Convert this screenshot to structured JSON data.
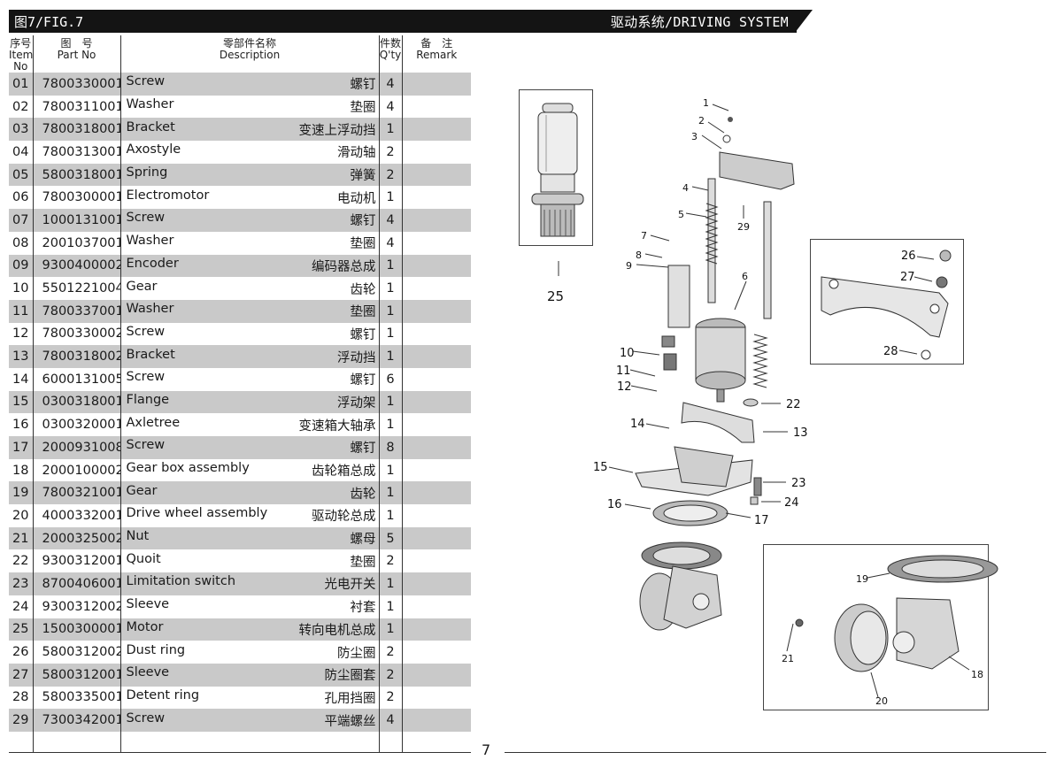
{
  "header": {
    "left_title": "图7/FIG.7",
    "right_title": "驱动系统/DRIVING SYSTEM"
  },
  "table": {
    "columns": {
      "item_cn": "序号",
      "item_en1": "Item",
      "item_en2": "No",
      "part_cn": "图　号",
      "part_en": "Part No",
      "desc_cn": "零部件名称",
      "desc_en": "Description",
      "qty_cn": "件数",
      "qty_en": "Q'ty",
      "remark_cn": "备　注",
      "remark_en": "Remark"
    },
    "rows": [
      {
        "no": "01",
        "part": "7800330001",
        "en": "Screw",
        "cn": "螺钉",
        "qty": "4"
      },
      {
        "no": "02",
        "part": "7800311001",
        "en": "Washer",
        "cn": "垫圈",
        "qty": "4"
      },
      {
        "no": "03",
        "part": "7800318001",
        "en": "Bracket",
        "cn": "变速上浮动挡",
        "qty": "1"
      },
      {
        "no": "04",
        "part": "7800313001",
        "en": "Axostyle",
        "cn": "滑动轴",
        "qty": "2"
      },
      {
        "no": "05",
        "part": "5800318001",
        "en": "Spring",
        "cn": "弹簧",
        "qty": "2"
      },
      {
        "no": "06",
        "part": "7800300001",
        "en": "Electromotor",
        "cn": "电动机",
        "qty": "1"
      },
      {
        "no": "07",
        "part": "1000131001",
        "en": "Screw",
        "cn": "螺钉",
        "qty": "4"
      },
      {
        "no": "08",
        "part": "2001037001",
        "en": "Washer",
        "cn": "垫圈",
        "qty": "4"
      },
      {
        "no": "09",
        "part": "9300400002",
        "en": "Encoder",
        "cn": "编码器总成",
        "qty": "1"
      },
      {
        "no": "10",
        "part": "5501221004",
        "en": "Gear",
        "cn": "齿轮",
        "qty": "1"
      },
      {
        "no": "11",
        "part": "7800337001",
        "en": "Washer",
        "cn": "垫圈",
        "qty": "1"
      },
      {
        "no": "12",
        "part": "7800330002",
        "en": "Screw",
        "cn": "螺钉",
        "qty": "1"
      },
      {
        "no": "13",
        "part": "7800318002",
        "en": "Bracket",
        "cn": "浮动挡",
        "qty": "1"
      },
      {
        "no": "14",
        "part": "6000131005",
        "en": "Screw",
        "cn": "螺钉",
        "qty": "6"
      },
      {
        "no": "15",
        "part": "0300318001",
        "en": "Flange",
        "cn": "浮动架",
        "qty": "1"
      },
      {
        "no": "16",
        "part": "0300320001",
        "en": "Axletree",
        "cn": "变速箱大轴承",
        "qty": "1"
      },
      {
        "no": "17",
        "part": "2000931008",
        "en": "Screw",
        "cn": "螺钉",
        "qty": "8"
      },
      {
        "no": "18",
        "part": "2000100002",
        "en": "Gear box assembly",
        "cn": "齿轮箱总成",
        "qty": "1"
      },
      {
        "no": "19",
        "part": "7800321001",
        "en": "Gear",
        "cn": "齿轮",
        "qty": "1"
      },
      {
        "no": "20",
        "part": "4000332001",
        "en": "Drive wheel assembly",
        "cn": "驱动轮总成",
        "qty": "1"
      },
      {
        "no": "21",
        "part": "2000325002",
        "en": "Nut",
        "cn": "螺母",
        "qty": "5"
      },
      {
        "no": "22",
        "part": "9300312001",
        "en": "Quoit",
        "cn": "垫圈",
        "qty": "2"
      },
      {
        "no": "23",
        "part": "8700406001",
        "en": "Limitation switch",
        "cn": "光电开关",
        "qty": "1"
      },
      {
        "no": "24",
        "part": "9300312002",
        "en": "Sleeve",
        "cn": "衬套",
        "qty": "1"
      },
      {
        "no": "25",
        "part": "1500300001",
        "en": "Motor",
        "cn": "转向电机总成",
        "qty": "1"
      },
      {
        "no": "26",
        "part": "5800312002",
        "en": "Dust ring",
        "cn": "防尘圈",
        "qty": "2"
      },
      {
        "no": "27",
        "part": "5800312001",
        "en": "Sleeve",
        "cn": "防尘圈套",
        "qty": "2"
      },
      {
        "no": "28",
        "part": "5800335001",
        "en": "Detent ring",
        "cn": "孔用挡圈",
        "qty": "2"
      },
      {
        "no": "29",
        "part": "7300342001",
        "en": "Screw",
        "cn": "平端螺丝",
        "qty": "4"
      }
    ]
  },
  "page_number": "7",
  "diagram": {
    "callouts": [
      "1",
      "2",
      "3",
      "4",
      "5",
      "29",
      "7",
      "8",
      "9",
      "6",
      "25",
      "26",
      "27",
      "28",
      "10",
      "11",
      "12",
      "22",
      "14",
      "13",
      "15",
      "23",
      "16",
      "24",
      "17",
      "19",
      "21",
      "20",
      "18"
    ]
  }
}
